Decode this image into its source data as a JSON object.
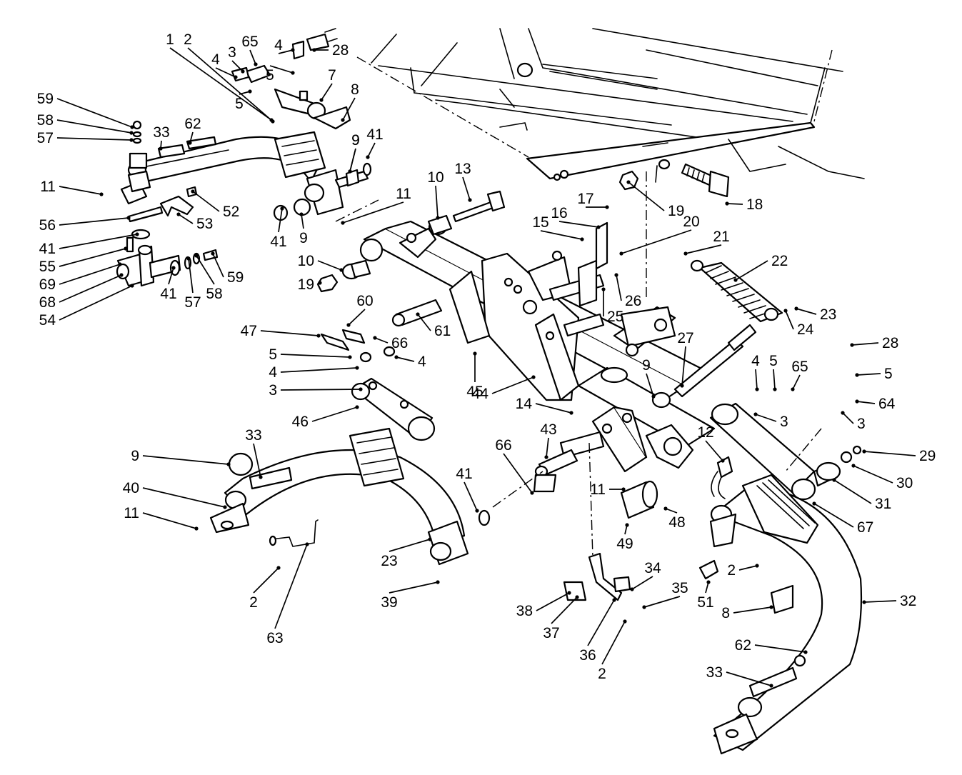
{
  "callouts": [
    {
      "id": "c1",
      "text": "1"
    },
    {
      "id": "c2",
      "text": "2"
    },
    {
      "id": "c3",
      "text": "3"
    },
    {
      "id": "c4",
      "text": "4"
    },
    {
      "id": "c5",
      "text": "65"
    },
    {
      "id": "c6",
      "text": "4"
    },
    {
      "id": "c7",
      "text": "28"
    },
    {
      "id": "c8",
      "text": "5"
    },
    {
      "id": "c9",
      "text": "7"
    },
    {
      "id": "c10",
      "text": "5"
    },
    {
      "id": "c11",
      "text": "8"
    },
    {
      "id": "c12",
      "text": "59"
    },
    {
      "id": "c13",
      "text": "58"
    },
    {
      "id": "c14",
      "text": "57"
    },
    {
      "id": "c15",
      "text": "33"
    },
    {
      "id": "c16",
      "text": "62"
    },
    {
      "id": "c17",
      "text": "9"
    },
    {
      "id": "c18",
      "text": "9"
    },
    {
      "id": "c19",
      "text": "41"
    },
    {
      "id": "c20",
      "text": "11"
    },
    {
      "id": "c21",
      "text": "52"
    },
    {
      "id": "c22",
      "text": "53"
    },
    {
      "id": "c23",
      "text": "56"
    },
    {
      "id": "c24",
      "text": "41"
    },
    {
      "id": "c25",
      "text": "41"
    },
    {
      "id": "c26",
      "text": "9"
    },
    {
      "id": "c27",
      "text": "55"
    },
    {
      "id": "c28",
      "text": "69"
    },
    {
      "id": "c29",
      "text": "68"
    },
    {
      "id": "c30",
      "text": "54"
    },
    {
      "id": "c31",
      "text": "41"
    },
    {
      "id": "c32",
      "text": "57"
    },
    {
      "id": "c33",
      "text": "58"
    },
    {
      "id": "c34",
      "text": "59"
    },
    {
      "id": "c35",
      "text": "11"
    },
    {
      "id": "c36",
      "text": "10"
    },
    {
      "id": "c37",
      "text": "13"
    },
    {
      "id": "c38",
      "text": "10"
    },
    {
      "id": "c39",
      "text": "19"
    },
    {
      "id": "c40",
      "text": "19"
    },
    {
      "id": "c41",
      "text": "18"
    },
    {
      "id": "c42",
      "text": "17"
    },
    {
      "id": "c43",
      "text": "16"
    },
    {
      "id": "c44",
      "text": "15"
    },
    {
      "id": "c45",
      "text": "20"
    },
    {
      "id": "c46",
      "text": "21"
    },
    {
      "id": "c47",
      "text": "22"
    },
    {
      "id": "c48",
      "text": "26"
    },
    {
      "id": "c49",
      "text": "25"
    },
    {
      "id": "c50",
      "text": "23"
    },
    {
      "id": "c51",
      "text": "24"
    },
    {
      "id": "c52",
      "text": "60"
    },
    {
      "id": "c53",
      "text": "47"
    },
    {
      "id": "c54",
      "text": "66"
    },
    {
      "id": "c55",
      "text": "61"
    },
    {
      "id": "c56",
      "text": "5"
    },
    {
      "id": "c57",
      "text": "4"
    },
    {
      "id": "c58",
      "text": "4"
    },
    {
      "id": "c59",
      "text": "3"
    },
    {
      "id": "c60",
      "text": "45"
    },
    {
      "id": "c61",
      "text": "44"
    },
    {
      "id": "c62",
      "text": "27"
    },
    {
      "id": "c63",
      "text": "28"
    },
    {
      "id": "c64",
      "text": "4"
    },
    {
      "id": "c65",
      "text": "5"
    },
    {
      "id": "c66",
      "text": "65"
    },
    {
      "id": "c67",
      "text": "5"
    },
    {
      "id": "c68",
      "text": "46"
    },
    {
      "id": "c69",
      "text": "9"
    },
    {
      "id": "c70",
      "text": "14"
    },
    {
      "id": "c71",
      "text": "3"
    },
    {
      "id": "c72",
      "text": "64"
    },
    {
      "id": "c73",
      "text": "3"
    },
    {
      "id": "c74",
      "text": "33"
    },
    {
      "id": "c75",
      "text": "9"
    },
    {
      "id": "c76",
      "text": "40"
    },
    {
      "id": "c77",
      "text": "11"
    },
    {
      "id": "c78",
      "text": "43"
    },
    {
      "id": "c79",
      "text": "66"
    },
    {
      "id": "c80",
      "text": "41"
    },
    {
      "id": "c81",
      "text": "12"
    },
    {
      "id": "c82",
      "text": "29"
    },
    {
      "id": "c83",
      "text": "30"
    },
    {
      "id": "c84",
      "text": "31"
    },
    {
      "id": "c85",
      "text": "67"
    },
    {
      "id": "c86",
      "text": "11"
    },
    {
      "id": "c87",
      "text": "48"
    },
    {
      "id": "c88",
      "text": "49"
    },
    {
      "id": "c89",
      "text": "23"
    },
    {
      "id": "c90",
      "text": "2"
    },
    {
      "id": "c91",
      "text": "63"
    },
    {
      "id": "c92",
      "text": "39"
    },
    {
      "id": "c93",
      "text": "34"
    },
    {
      "id": "c94",
      "text": "35"
    },
    {
      "id": "c95",
      "text": "38"
    },
    {
      "id": "c96",
      "text": "37"
    },
    {
      "id": "c97",
      "text": "36"
    },
    {
      "id": "c98",
      "text": "2"
    },
    {
      "id": "c99",
      "text": "2"
    },
    {
      "id": "c100",
      "text": "51"
    },
    {
      "id": "c101",
      "text": "8"
    },
    {
      "id": "c102",
      "text": "32"
    },
    {
      "id": "c103",
      "text": "62"
    },
    {
      "id": "c104",
      "text": "33"
    }
  ]
}
